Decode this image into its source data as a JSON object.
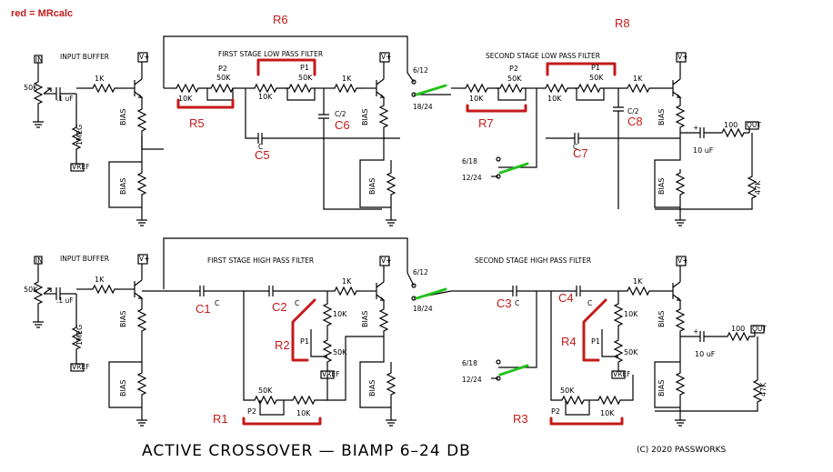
{
  "legend": "red = MRcalc",
  "title": "ACTIVE CROSSOVER — BIAMP 6–24 DB",
  "copyright": "(C) 2020 PASSWORKS",
  "sections": {
    "input_buffer": "INPUT BUFFER",
    "lp1": "FIRST STAGE LOW PASS FILTER",
    "lp2": "SECOND STAGE LOW PASS FILTER",
    "hp1": "FIRST STAGE HIGH PASS FILTER",
    "hp2": "SECOND STAGE HIGH PASS FILTER"
  },
  "terminals": {
    "in": "IN",
    "vplus": "V+",
    "vref": "VREF",
    "out": "OUT"
  },
  "labels": {
    "bias": "BIAS",
    "pot50k": "50K",
    "cap01uf": ".1 uF",
    "r1k": "1K",
    "r1meg": "1MEG",
    "r10k": "10K",
    "r50k": "50K",
    "r47k": "47K",
    "r100": "100",
    "cap10uf": "10 uF",
    "c": "C",
    "c_half": "C/2",
    "p1": "P1",
    "p2": "P2",
    "sw_612": "6/12",
    "sw_1824": "18/24",
    "sw_618": "6/18",
    "sw_1224": "12/24",
    "plus": "+"
  },
  "markers": {
    "r1": "R1",
    "r2": "R2",
    "r3": "R3",
    "r4": "R4",
    "r5": "R5",
    "r6": "R6",
    "r7": "R7",
    "r8": "R8",
    "c1": "C1",
    "c2": "C2",
    "c3": "C3",
    "c4": "C4",
    "c5": "C5",
    "c6": "C6",
    "c7": "C7",
    "c8": "C8"
  },
  "colors": {
    "ink": "#000000",
    "annotation": "#c41a1a",
    "switch_highlight": "#22c21a"
  }
}
